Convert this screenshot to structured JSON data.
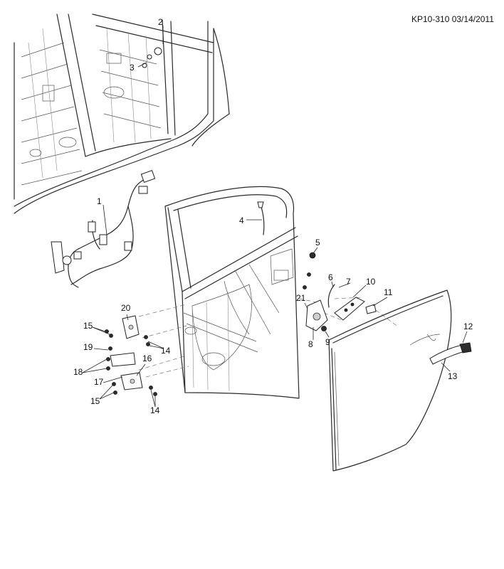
{
  "diagram_ref": "KP10-310 03/14/2011",
  "callouts": {
    "n1": "1",
    "n2": "2",
    "n3": "3",
    "n4": "4",
    "n5": "5",
    "n6": "6",
    "n7": "7",
    "n8": "8",
    "n9": "9",
    "n10": "10",
    "n11": "11",
    "n12": "12",
    "n13": "13",
    "n14a": "14",
    "n14b": "14",
    "n15a": "15",
    "n15b": "15",
    "n16": "16",
    "n17": "17",
    "n18": "18",
    "n19": "19",
    "n20": "20",
    "n21": "21"
  }
}
